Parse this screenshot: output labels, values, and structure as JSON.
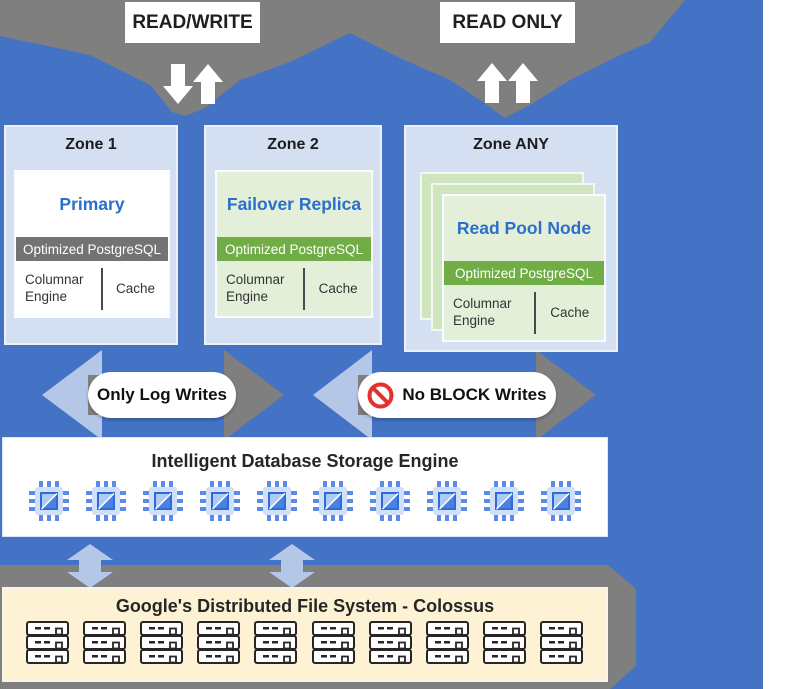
{
  "top": {
    "read_write_label": "READ/WRITE",
    "read_only_label": "READ ONLY"
  },
  "zones": [
    {
      "title": "Zone 1",
      "node": "Primary",
      "engine_bar": "Optimized PostgreSQL",
      "cell_left": "Columnar Engine",
      "cell_right": "Cache"
    },
    {
      "title": "Zone 2",
      "node": "Failover Replica",
      "engine_bar": "Optimized PostgreSQL",
      "cell_left": "Columnar Engine",
      "cell_right": "Cache"
    },
    {
      "title": "Zone ANY",
      "node": "Read Pool Node",
      "engine_bar": "Optimized PostgreSQL",
      "cell_left": "Columnar Engine",
      "cell_right": "Cache",
      "stacked_cards": 3
    }
  ],
  "flows": {
    "log_writes": "Only Log Writes",
    "block_writes": "No BLOCK Writes"
  },
  "storage": {
    "title": "Intelligent Database Storage Engine",
    "chip_count": 10
  },
  "colossus": {
    "title": "Google's Distributed File System - Colossus",
    "server_stack_count": 10,
    "units_per_stack": 3
  },
  "colors": {
    "background_blue": "#4472c4",
    "gray": "#7f7f7f",
    "pale_blue_arrow": "#b4c7e7",
    "green_bar": "#70ad47",
    "light_green_card": "#e4efda",
    "zone_fill": "#d4dff2",
    "gray_bar": "#737373",
    "cream_box": "#fdf3d4",
    "node_text_blue": "#2a6fc9",
    "prohibition_red": "#e53030"
  }
}
